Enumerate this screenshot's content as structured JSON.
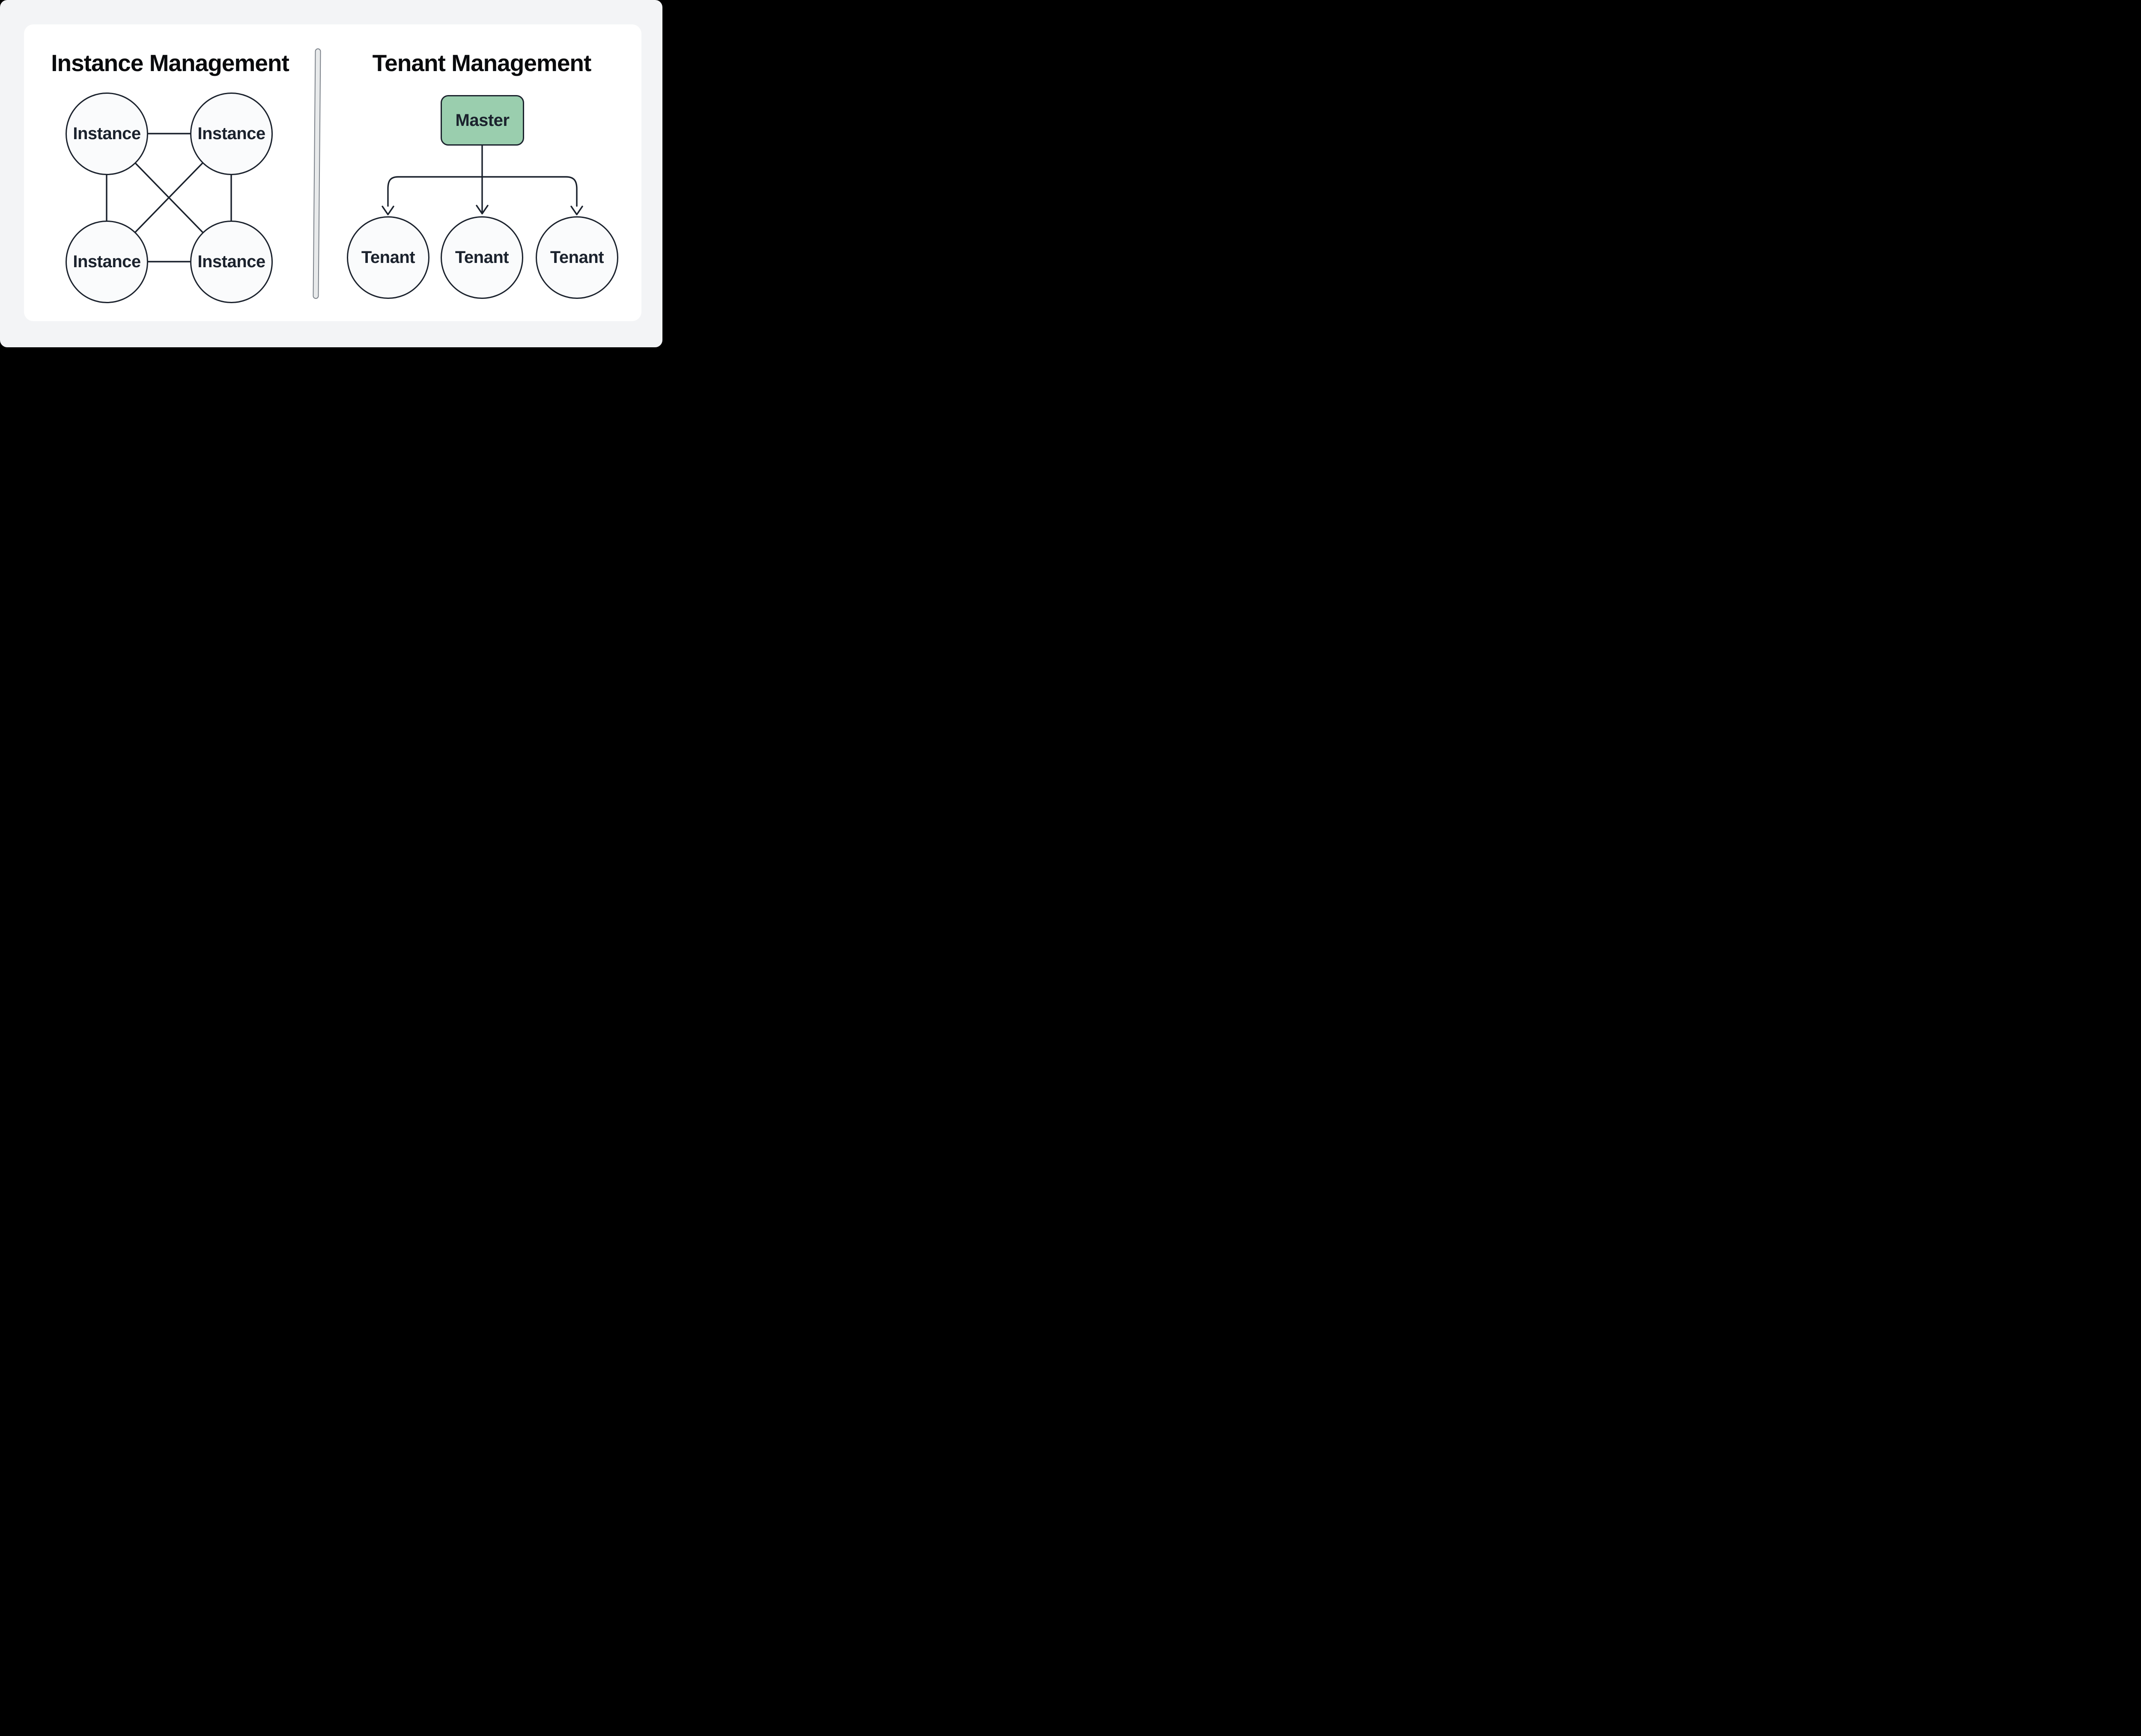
{
  "left_panel": {
    "title": "Instance Management",
    "nodes": [
      {
        "label": "Instance"
      },
      {
        "label": "Instance"
      },
      {
        "label": "Instance"
      },
      {
        "label": "Instance"
      }
    ],
    "topology": "full-mesh"
  },
  "right_panel": {
    "title": "Tenant Management",
    "master": {
      "label": "Master"
    },
    "tenants": [
      {
        "label": "Tenant"
      },
      {
        "label": "Tenant"
      },
      {
        "label": "Tenant"
      }
    ],
    "topology": "hub-to-spokes"
  },
  "colors": {
    "page_corner": "#000000",
    "background": "#f3f4f6",
    "card": "#ffffff",
    "node_fill": "#fafbfc",
    "stroke": "#1b222d",
    "label_text": "#1b222d",
    "title_text": "#0a0b0d",
    "master_fill": "#9aceae",
    "divider_fill": "#e8eaeb",
    "divider_border": "#7b8189"
  }
}
